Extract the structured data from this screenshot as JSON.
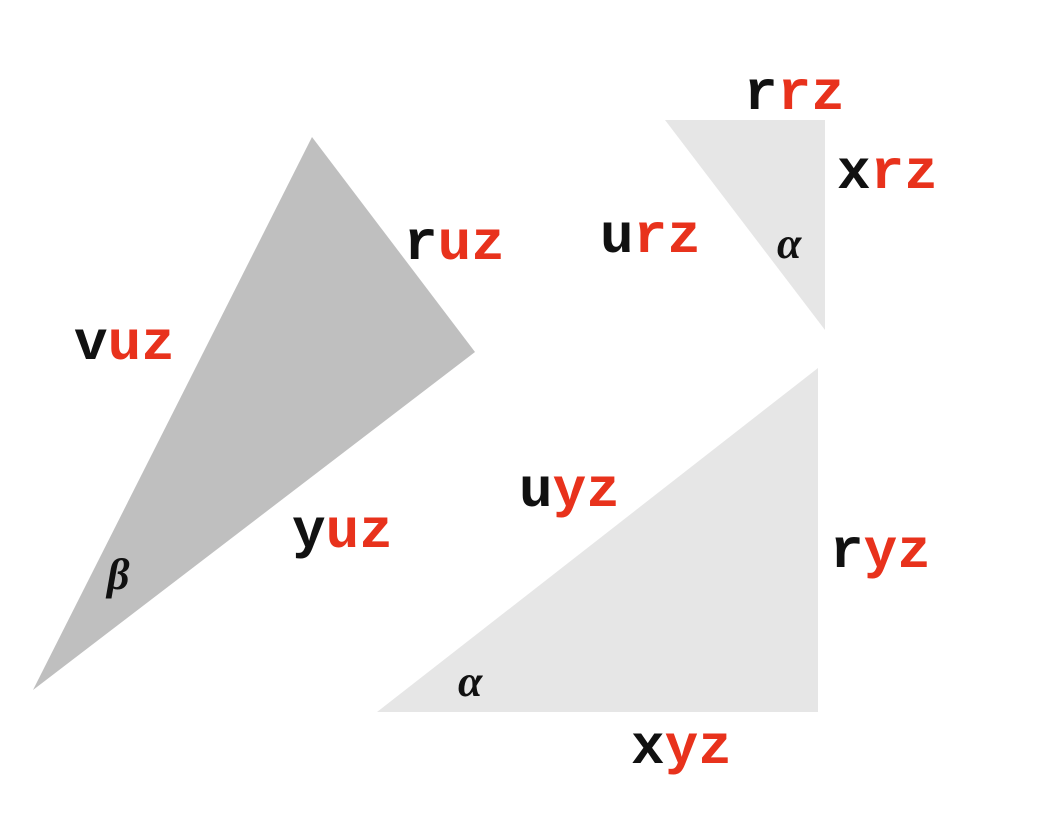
{
  "colors": {
    "dark_triangle": "#bfbfbf",
    "light_triangle": "#e6e6e6",
    "black_text": "#111111",
    "red_text": "#e8321c"
  },
  "labels": {
    "rrz": {
      "first": "r",
      "rest": "rz"
    },
    "xrz": {
      "first": "x",
      "rest": "rz"
    },
    "ruz": {
      "first": "r",
      "rest": "uz"
    },
    "urz": {
      "first": "u",
      "rest": "rz"
    },
    "vuz": {
      "first": "v",
      "rest": "uz"
    },
    "uyz": {
      "first": "u",
      "rest": "yz"
    },
    "yuz": {
      "first": "y",
      "rest": "uz"
    },
    "ryz": {
      "first": "r",
      "rest": "yz"
    },
    "xyz": {
      "first": "x",
      "rest": "yz"
    }
  },
  "angles": {
    "alpha_top": "α",
    "alpha_bottom": "α",
    "beta": "β"
  }
}
